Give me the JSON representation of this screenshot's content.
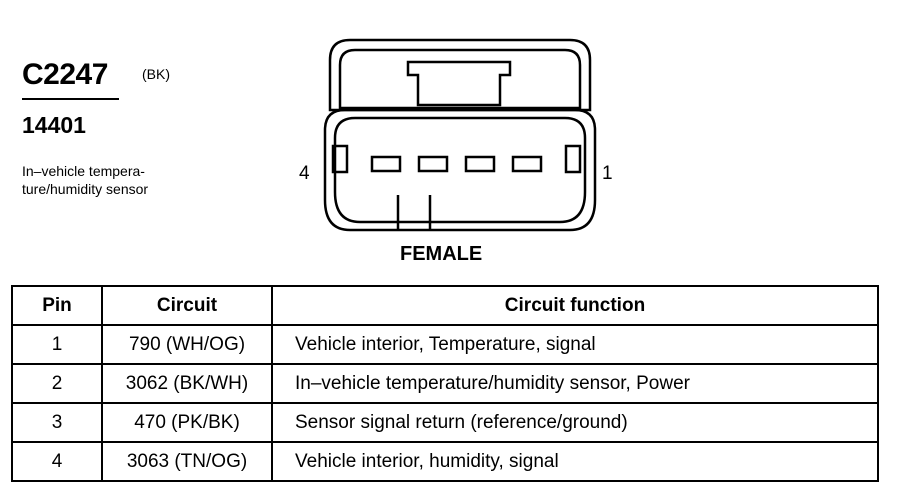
{
  "connector": {
    "id": "C2247",
    "color_code": "(BK)",
    "part_number": "14401",
    "description": "In–vehicle tempera-ture/humidity sensor"
  },
  "view": {
    "label": "FEMALE",
    "pin_left": "4",
    "pin_right": "1"
  },
  "table": {
    "headers": [
      "Pin",
      "Circuit",
      "Circuit function"
    ],
    "rows": [
      {
        "pin": "1",
        "circuit": "790 (WH/OG)",
        "function": "Vehicle interior, Temperature, signal"
      },
      {
        "pin": "2",
        "circuit": "3062 (BK/WH)",
        "function": "In–vehicle temperature/humidity sensor, Power"
      },
      {
        "pin": "3",
        "circuit": "470 (PK/BK)",
        "function": "Sensor signal return (reference/ground)"
      },
      {
        "pin": "4",
        "circuit": "3063 (TN/OG)",
        "function": "Vehicle interior, humidity, signal"
      }
    ]
  }
}
